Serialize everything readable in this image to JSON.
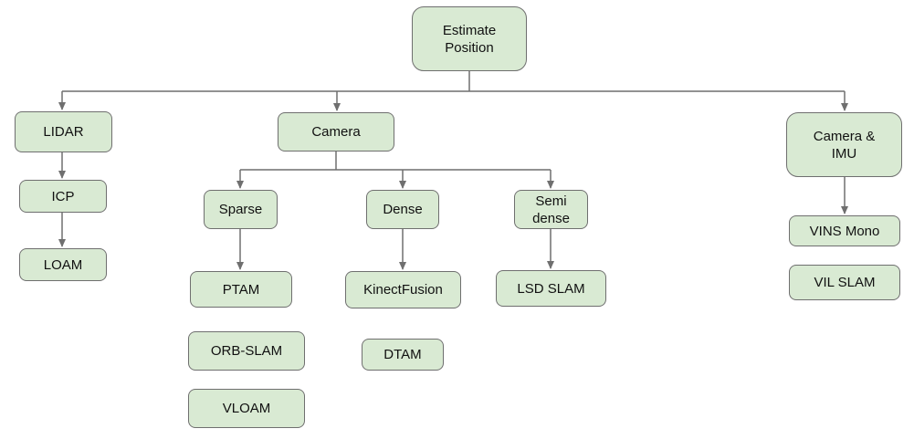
{
  "colors": {
    "node_fill": "#d9ead3",
    "node_border": "#6f6f6f",
    "connector": "#6f6f6f",
    "text": "#111111"
  },
  "nodes": {
    "estimate_position": "Estimate\nPosition",
    "lidar": "LIDAR",
    "icp": "ICP",
    "loam": "LOAM",
    "camera": "Camera",
    "sparse": "Sparse",
    "ptam": "PTAM",
    "orb_slam": "ORB-SLAM",
    "vloam": "VLOAM",
    "dense": "Dense",
    "kinectfusion": "KinectFusion",
    "dtam": "DTAM",
    "semi_dense": "Semi\ndense",
    "lsd_slam": "LSD SLAM",
    "camera_imu": "Camera &\nIMU",
    "vins_mono": "VINS Mono",
    "vil_slam": "VIL SLAM"
  }
}
